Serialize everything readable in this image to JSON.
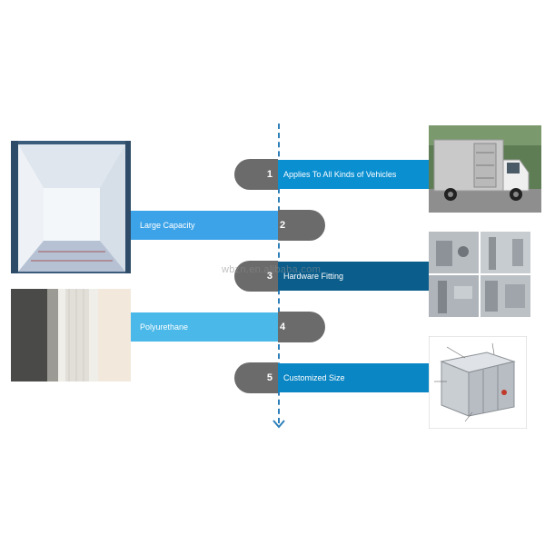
{
  "items": [
    {
      "number": "1",
      "label": "Applies To All Kinds of  Vehicles",
      "side": "right",
      "color": "#0a8fd1"
    },
    {
      "number": "2",
      "label": "Large Capacity",
      "side": "left",
      "color": "#3da3e8"
    },
    {
      "number": "3",
      "label": "Hardware Fitting",
      "side": "right",
      "color": "#0b5e8c"
    },
    {
      "number": "4",
      "label": "Polyurethane",
      "side": "left",
      "color": "#4ab8e8"
    },
    {
      "number": "5",
      "label": "Customized Size",
      "side": "right",
      "color": "#0b86c4"
    }
  ],
  "watermark": "wbzn.en.alibaba.com",
  "colors": {
    "pill": "#6b6b6b",
    "axis": "#2c7fb8"
  },
  "images": {
    "truck": "box-truck-photo",
    "interior": "cargo-box-interior-photo",
    "hardware": "door-hardware-collage",
    "panel": "polyurethane-panel-photo",
    "diagram": "box-structure-diagram"
  }
}
